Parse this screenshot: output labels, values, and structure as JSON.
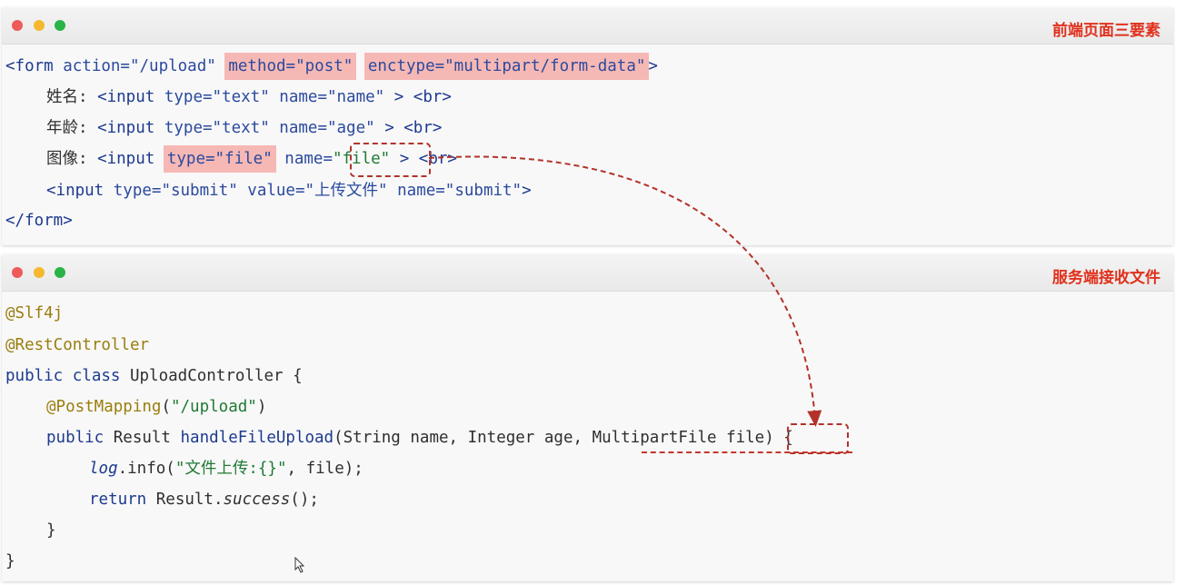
{
  "panels": [
    {
      "title": "前端页面三要素"
    },
    {
      "title": "服务端接收文件"
    }
  ],
  "form_code": {
    "line1": {
      "open": "<form ",
      "action": "action=\"/upload\"",
      "method": "method=\"post\"",
      "enctype": "enctype=\"multipart/form-data\"",
      "close": ">"
    },
    "line2": {
      "label": "姓名: ",
      "input": "<input ",
      "type": "type=\"text\"",
      "name": "name=\"name\"",
      "tail": " > <br>"
    },
    "line3": {
      "label": "年龄: ",
      "input": "<input ",
      "type": "type=\"text\"",
      "name": "name=\"age\"",
      "tail": " > <br>"
    },
    "line4": {
      "label": "图像: ",
      "input": "<input ",
      "type": "type=\"file\"",
      "name_key": "name=",
      "name_val": "\"file\"",
      "tail": " > <br>"
    },
    "line5": {
      "input": "<input ",
      "type": "type=\"submit\"",
      "value": "value=\"上传文件\"",
      "name": "name=\"submit\"",
      "close": ">"
    },
    "line6": "</form>"
  },
  "java_code": {
    "line1": "@Slf4j",
    "line2": "@RestController",
    "line3": {
      "kw": "public class",
      "rest": " UploadController {"
    },
    "line4": {
      "ann": "@PostMapping",
      "open": "(",
      "str": "\"/upload\"",
      "close": ")"
    },
    "line5": {
      "kw": "public",
      "ret": " Result ",
      "method": "handleFileUpload",
      "params": "(String name, Integer age, MultipartFile ",
      "param": "file",
      "close": ") {"
    },
    "line6": {
      "log": "log",
      "dot": ".info(",
      "str": "\"文件上传:{}\"",
      "rest": ", file);"
    },
    "line7": {
      "kw": "return",
      "rest": " Result.",
      "it": "success",
      "end": "();"
    },
    "line8": "}",
    "line9": "}"
  },
  "icons": {
    "window_dots": [
      "close-dot",
      "minimize-dot",
      "zoom-dot"
    ],
    "cursor": "mouse-cursor-icon"
  },
  "colors": {
    "panel_title": "#e0311d",
    "highlight": "#f6b8b4",
    "arrow": "#b3322a"
  }
}
